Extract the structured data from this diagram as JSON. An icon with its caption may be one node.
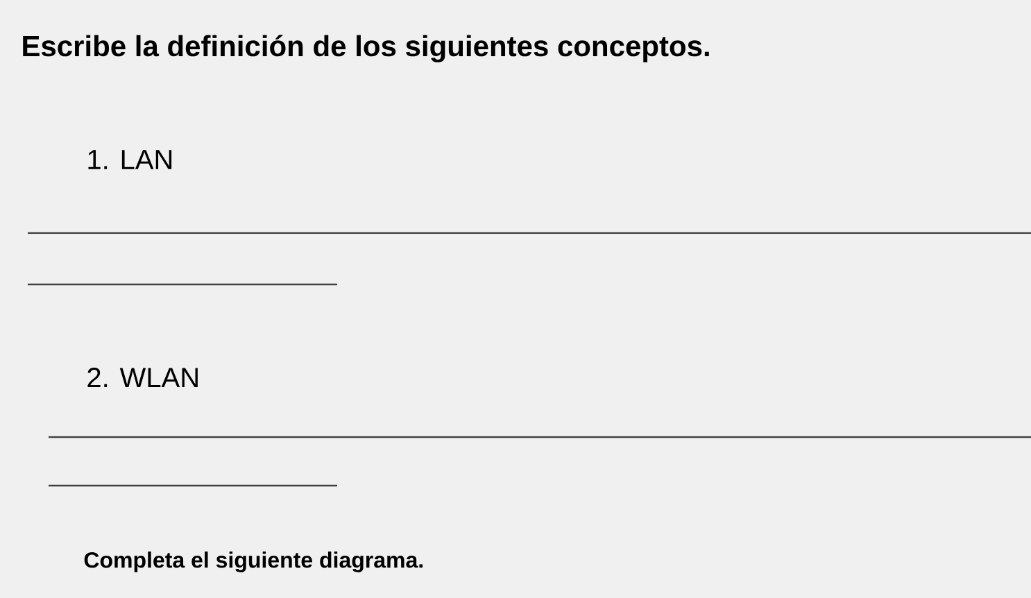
{
  "diagram": {
    "title": "Escribe la definición de los siguientes conceptos.",
    "labels": [
      "1. LAN",
      "2. WLAN",
      "Completa el siguiente diagrama."
    ]
  }
}
